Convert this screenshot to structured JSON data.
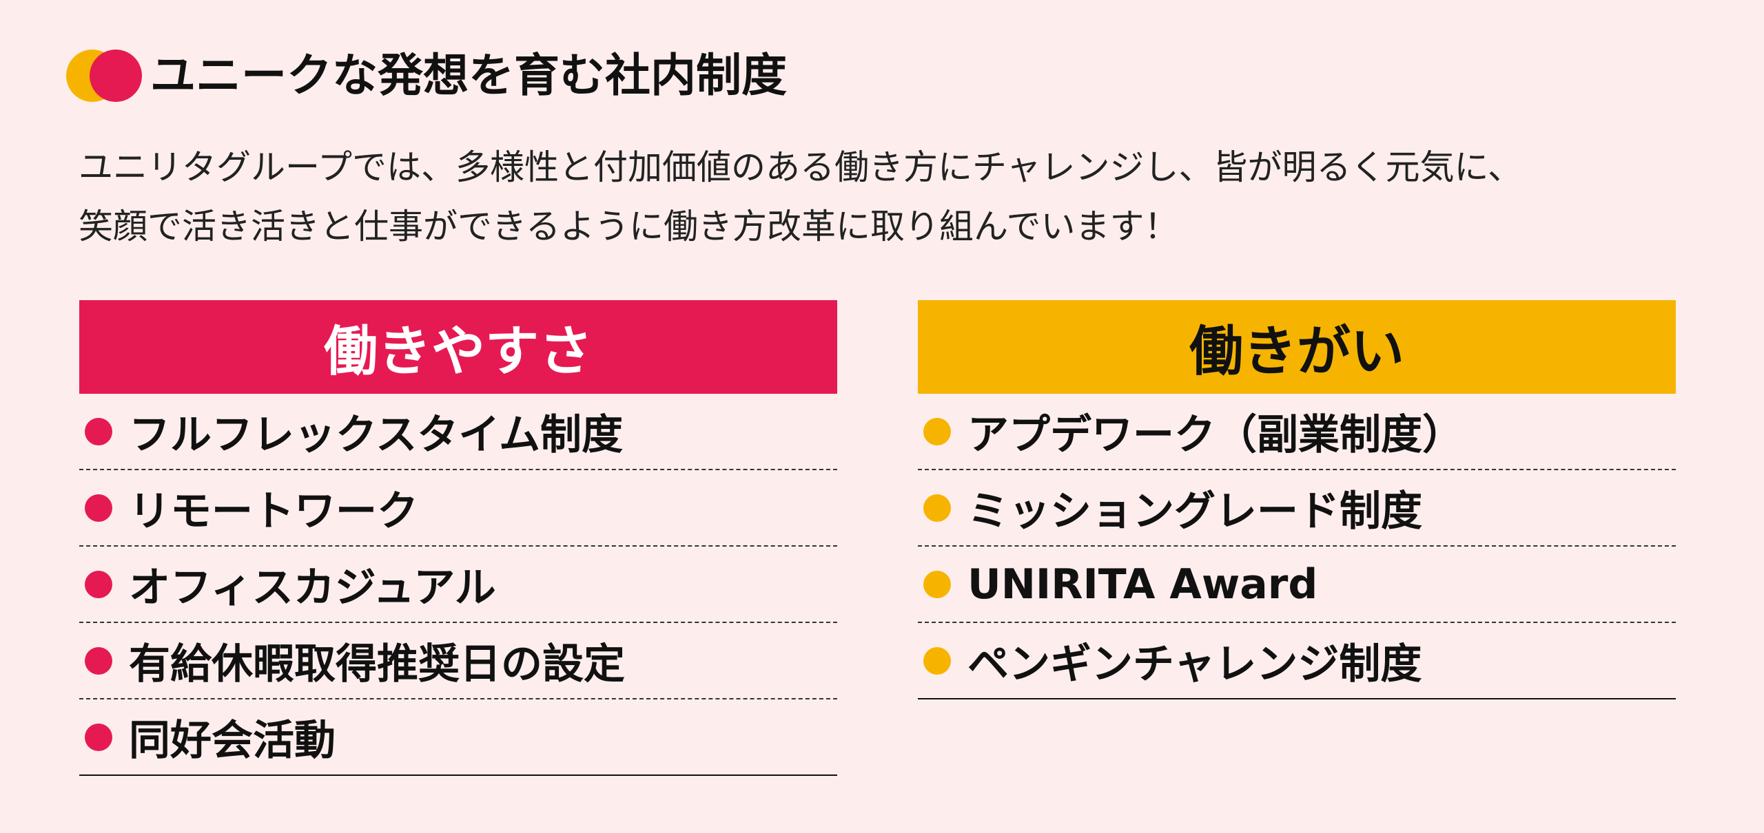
{
  "heading": {
    "title": "ユニークな発想を育む社内制度"
  },
  "intro": {
    "line1": "ユニリタグループでは、多様性と付加価値のある働き方にチャレンジし、皆が明るく元気に、",
    "line2": "笑顔で活き活きと仕事ができるように働き方改革に取り組んでいます！"
  },
  "left_column": {
    "title": "働きやすさ",
    "items": [
      "フルフレックスタイム制度",
      "リモートワーク",
      "オフィスカジュアル",
      "有給休暇取得推奨日の設定",
      "同好会活動"
    ]
  },
  "right_column": {
    "title": "働きがい",
    "items": [
      "アプデワーク（副業制度）",
      "ミッショングレード制度",
      "UNIRITA Award",
      "ペンギンチャレンジ制度"
    ]
  },
  "colors": {
    "background": "#fdeeed",
    "red": "#e61a52",
    "yellow": "#f6b400",
    "corner": "#f5c4c2"
  }
}
